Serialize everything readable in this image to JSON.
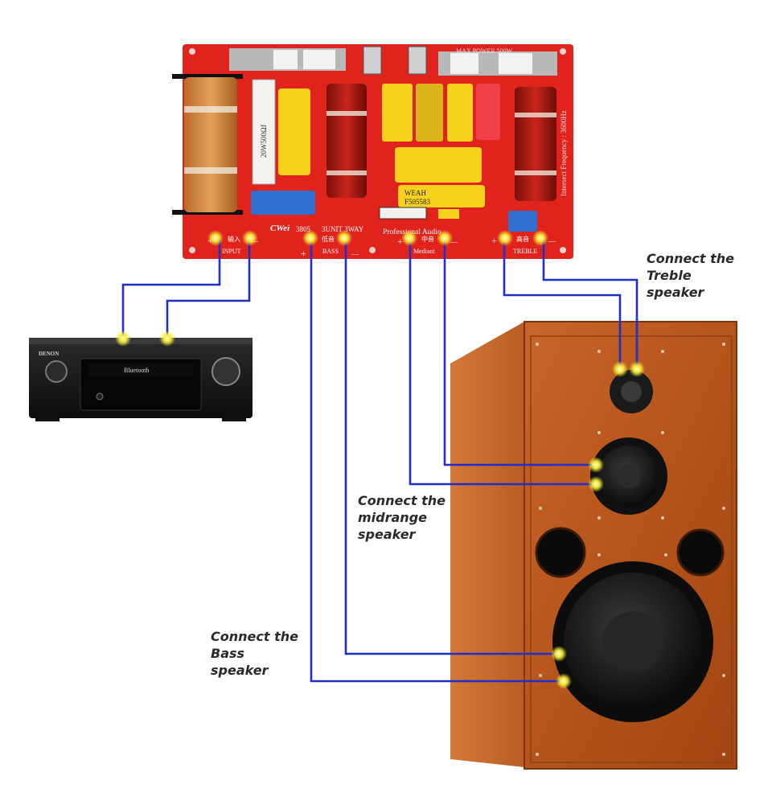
{
  "board": {
    "brand": "CWei",
    "model": "3805",
    "type": "3UNIT 3WAY",
    "subtitle": "Professional Audio",
    "input_label": "INPUT",
    "input_cn": "输入",
    "bass_label": "BASS",
    "bass_cn": "低音",
    "mid_label": "Mediant",
    "mid_cn": "中音",
    "treble_label": "TREBLE",
    "treble_cn": "高音",
    "max_power": "MAX POWER 500W",
    "frequency": "Intersect Frequency : 3600Hz",
    "plus": "+",
    "minus": "—",
    "res1_text": "20W500ΩJ",
    "cap_wean": "WEAH",
    "cap_code": "F505583"
  },
  "amplifier": {
    "brand": "DENON",
    "display": "Bluetooth"
  },
  "callouts": {
    "treble": "Connect the\nTreble\nspeaker",
    "midrange": "Connect the\nmidrange\nspeaker",
    "bass": "Connect the\nBass\nspeaker"
  },
  "colors": {
    "wire": "#1f2fc7",
    "board": "#e0231d",
    "wood": "#b5541b",
    "glow": "#f4ee36"
  }
}
